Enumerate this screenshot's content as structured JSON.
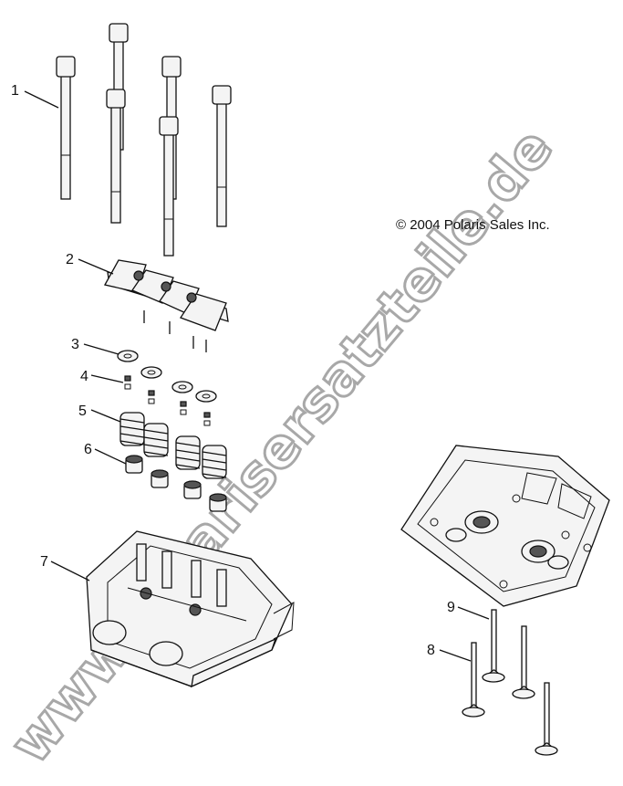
{
  "copyright": "© 2004 Polaris Sales Inc.",
  "watermark": "www.polarisersatzteile.de",
  "callouts": [
    "1",
    "2",
    "3",
    "4",
    "5",
    "6",
    "7",
    "8",
    "9"
  ]
}
